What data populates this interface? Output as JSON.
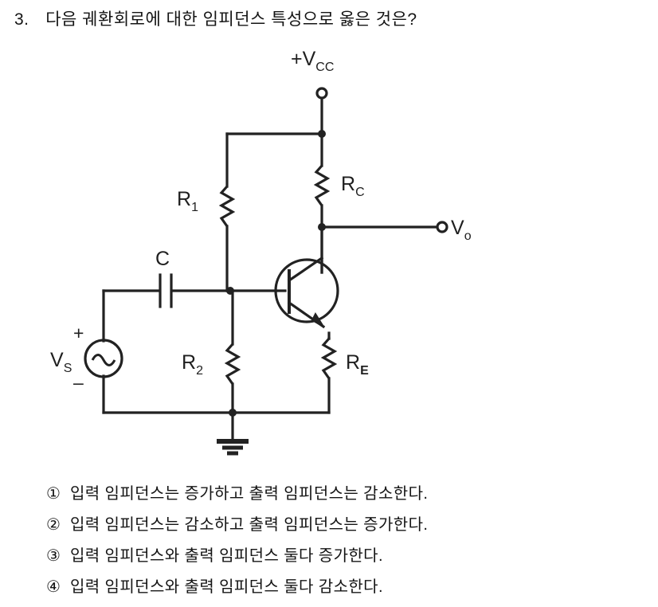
{
  "question": {
    "number": "3.",
    "text": "다음 궤환회로에 대한 임피던스 특성으로 옳은 것은?"
  },
  "options": [
    {
      "marker": "①",
      "text": "입력 임피던스는 증가하고 출력 임피던스는 감소한다."
    },
    {
      "marker": "②",
      "text": "입력 임피던스는 감소하고 출력 임피던스는 증가한다."
    },
    {
      "marker": "③",
      "text": "입력 임피던스와 출력 임피던스 둘다 증가한다."
    },
    {
      "marker": "④",
      "text": "입력 임피던스와 출력 임피던스 둘다 감소한다."
    }
  ],
  "circuit": {
    "supply_label": "+V",
    "supply_sub": "CC",
    "r1_label": "R",
    "r1_sub": "1",
    "r2_label": "R",
    "r2_sub": "2",
    "rc_label": "R",
    "rc_sub": "C",
    "re_label": "R",
    "re_sub": "E",
    "cap_label": "C",
    "source_label": "V",
    "source_sub": "S",
    "plus_sign": "+",
    "minus_sign": "–",
    "output_label": "V",
    "output_sub": "o",
    "ink_color": "#222222"
  }
}
